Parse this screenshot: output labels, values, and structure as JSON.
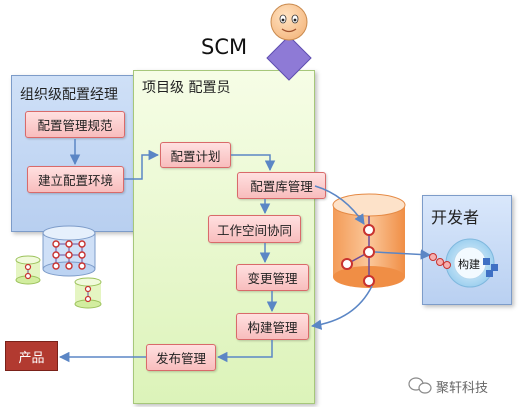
{
  "scm_label": "SCM",
  "org_panel": {
    "title": "组织级配置经理"
  },
  "project_panel": {
    "title": "项目级 配置员"
  },
  "dev_panel": {
    "title": "开发者",
    "build_label": "构建"
  },
  "boxes": {
    "config_mgmt_spec": "配置管理规范",
    "setup_env": "建立配置环境",
    "config_plan": "配置计划",
    "repo_mgmt": "配置库管理",
    "workspace_coop": "工作空间协同",
    "change_mgmt": "变更管理",
    "build_mgmt": "构建管理",
    "release_mgmt": "发布管理",
    "product": "产品"
  },
  "watermark": {
    "text": "聚轩科技"
  },
  "colors": {
    "process_box_fill": "#f8bdbd",
    "process_box_border": "#d96a6a",
    "product_fill": "#b23a30",
    "org_panel_fill": "#b8cff0",
    "project_panel_fill": "#dcf3b9",
    "arrow": "#5b86c5",
    "repo_cylinder": "#f7b27a",
    "scm_diamond": "#8e7ad6"
  },
  "icons": [
    "person-face-icon",
    "repository-cylinder-icon",
    "database-icon",
    "wechat-icon"
  ]
}
